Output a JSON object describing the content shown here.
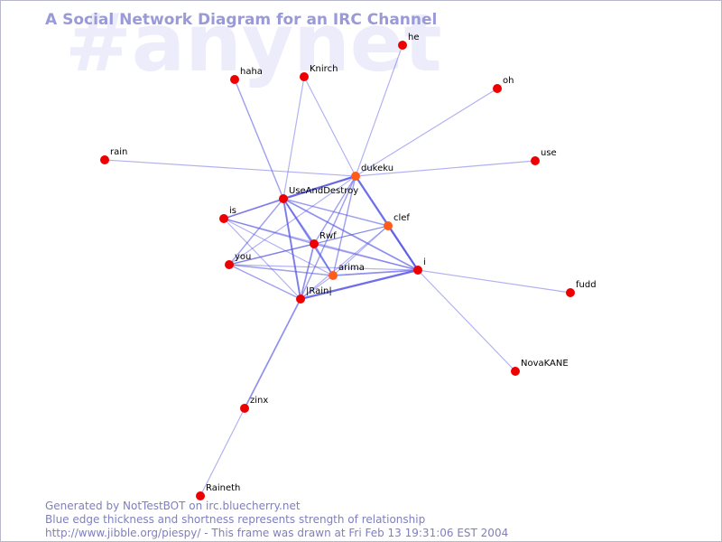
{
  "diagram": {
    "title": "A Social Network Diagram for an IRC Channel",
    "watermark": "#anynet",
    "colors": {
      "background": "#ffffff",
      "edge": "#5a5ae6",
      "node_default": "#ee0000",
      "node_highlight": "#ff5c1a",
      "title": "#9a9ad6",
      "footer": "#7f7fbf",
      "watermark": "#ececfa"
    },
    "nodes": [
      {
        "id": "he",
        "label": "he"
      },
      {
        "id": "haha",
        "label": "haha"
      },
      {
        "id": "Knirch",
        "label": "Knirch"
      },
      {
        "id": "oh",
        "label": "oh"
      },
      {
        "id": "rain",
        "label": "rain"
      },
      {
        "id": "use",
        "label": "use"
      },
      {
        "id": "dukeku",
        "label": "dukeku",
        "highlight": true
      },
      {
        "id": "UseAndDestroy",
        "label": "UseAndDestroy"
      },
      {
        "id": "is",
        "label": "is"
      },
      {
        "id": "clef",
        "label": "clef",
        "highlight": true
      },
      {
        "id": "Rwf",
        "label": "Rwf"
      },
      {
        "id": "you",
        "label": "you"
      },
      {
        "id": "arima",
        "label": "arima",
        "highlight": true
      },
      {
        "id": "i",
        "label": "i"
      },
      {
        "id": "fudd",
        "label": "fudd"
      },
      {
        "id": "Rainl",
        "label": "|Rain|"
      },
      {
        "id": "NovaKANE",
        "label": "NovaKANE"
      },
      {
        "id": "zinx",
        "label": "zinx"
      },
      {
        "id": "Raineth",
        "label": "Raineth"
      }
    ],
    "edges": [
      {
        "source": "dukeku",
        "target": "he",
        "weight": 1
      },
      {
        "source": "dukeku",
        "target": "oh",
        "weight": 1
      },
      {
        "source": "dukeku",
        "target": "use",
        "weight": 1
      },
      {
        "source": "dukeku",
        "target": "Knirch",
        "weight": 1
      },
      {
        "source": "dukeku",
        "target": "UseAndDestroy",
        "weight": 3
      },
      {
        "source": "dukeku",
        "target": "i",
        "weight": 3
      },
      {
        "source": "dukeku",
        "target": "Rwf",
        "weight": 1.5
      },
      {
        "source": "dukeku",
        "target": "arima",
        "weight": 1.5
      },
      {
        "source": "dukeku",
        "target": "Rainl",
        "weight": 1.5
      },
      {
        "source": "dukeku",
        "target": "is",
        "weight": 1
      },
      {
        "source": "dukeku",
        "target": "you",
        "weight": 1
      },
      {
        "source": "Knirch",
        "target": "UseAndDestroy",
        "weight": 1
      },
      {
        "source": "haha",
        "target": "UseAndDestroy",
        "weight": 1.5
      },
      {
        "source": "rain",
        "target": "dukeku",
        "weight": 1
      },
      {
        "source": "UseAndDestroy",
        "target": "is",
        "weight": 2
      },
      {
        "source": "UseAndDestroy",
        "target": "clef",
        "weight": 1.5
      },
      {
        "source": "UseAndDestroy",
        "target": "Rwf",
        "weight": 2
      },
      {
        "source": "UseAndDestroy",
        "target": "arima",
        "weight": 2
      },
      {
        "source": "UseAndDestroy",
        "target": "i",
        "weight": 2
      },
      {
        "source": "UseAndDestroy",
        "target": "Rainl",
        "weight": 2.5
      },
      {
        "source": "UseAndDestroy",
        "target": "you",
        "weight": 1.5
      },
      {
        "source": "is",
        "target": "Rwf",
        "weight": 1.5
      },
      {
        "source": "is",
        "target": "i",
        "weight": 1
      },
      {
        "source": "is",
        "target": "arima",
        "weight": 1
      },
      {
        "source": "is",
        "target": "Rainl",
        "weight": 1
      },
      {
        "source": "clef",
        "target": "i",
        "weight": 2
      },
      {
        "source": "clef",
        "target": "Rwf",
        "weight": 1
      },
      {
        "source": "clef",
        "target": "you",
        "weight": 1
      },
      {
        "source": "clef",
        "target": "arima",
        "weight": 1
      },
      {
        "source": "clef",
        "target": "Rainl",
        "weight": 1
      },
      {
        "source": "Rwf",
        "target": "you",
        "weight": 1.5
      },
      {
        "source": "Rwf",
        "target": "i",
        "weight": 1.5
      },
      {
        "source": "Rwf",
        "target": "arima",
        "weight": 1.5
      },
      {
        "source": "Rwf",
        "target": "Rainl",
        "weight": 2
      },
      {
        "source": "you",
        "target": "arima",
        "weight": 1.5
      },
      {
        "source": "you",
        "target": "i",
        "weight": 1
      },
      {
        "source": "you",
        "target": "Rainl",
        "weight": 1.5
      },
      {
        "source": "arima",
        "target": "i",
        "weight": 2
      },
      {
        "source": "arima",
        "target": "Rainl",
        "weight": 1
      },
      {
        "source": "i",
        "target": "Rainl",
        "weight": 3
      },
      {
        "source": "i",
        "target": "fudd",
        "weight": 1
      },
      {
        "source": "i",
        "target": "NovaKANE",
        "weight": 1
      },
      {
        "source": "Rainl",
        "target": "zinx",
        "weight": 2
      },
      {
        "source": "zinx",
        "target": "Raineth",
        "weight": 1
      }
    ]
  },
  "footer": {
    "line1": "Generated by NotTestBOT on irc.bluecherry.net",
    "line2": "Blue edge thickness and shortness represents strength of relationship",
    "line3": "http://www.jibble.org/piespy/ - This frame was drawn at Fri Feb 13 19:31:06 EST 2004"
  }
}
